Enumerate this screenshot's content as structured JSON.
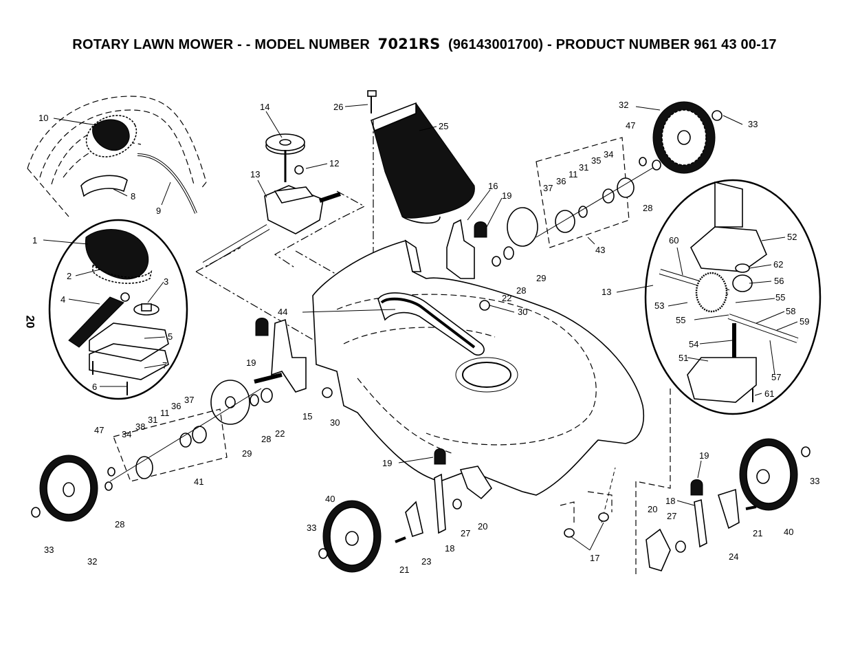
{
  "header": {
    "title_prefix": "ROTARY LAWN MOWER - - MODEL NUMBER",
    "model": "7021RS",
    "title_suffix": "(96143001700) - PRODUCT NUMBER 961 43 00-17"
  },
  "page_number": "20",
  "callouts": {
    "c1": "1",
    "c2": "2",
    "c3": "3",
    "c4": "4",
    "c5": "5",
    "c6": "6",
    "c7": "7",
    "c8": "8",
    "c9": "9",
    "c10": "10",
    "c12": "12",
    "c13a": "13",
    "c13b": "13",
    "c14": "14",
    "c15": "15",
    "c16": "16",
    "c17": "17",
    "c18a": "18",
    "c18b": "18",
    "c19a": "19",
    "c19b": "19",
    "c19c": "19",
    "c19d": "19",
    "c20a": "20",
    "c20b": "20",
    "c21a": "21",
    "c21b": "21",
    "c22a": "22",
    "c22b": "22",
    "c23": "23",
    "c24": "24",
    "c25": "25",
    "c26": "26",
    "c27a": "27",
    "c27b": "27",
    "c28a": "28",
    "c28b": "28",
    "c28c": "28",
    "c28d": "28",
    "c29a": "29",
    "c29b": "29",
    "c30a": "30",
    "c30b": "30",
    "c31a": "31",
    "c31b": "31",
    "c32a": "32",
    "c32b": "32",
    "c33a": "33",
    "c33b": "33",
    "c33c": "33",
    "c33d": "33",
    "c34a": "34",
    "c34b": "34",
    "c35": "35",
    "c36a": "36",
    "c36b": "36",
    "c37a": "37",
    "c37b": "37",
    "c38": "38",
    "c40a": "40",
    "c40b": "40",
    "c41": "41",
    "c43": "43",
    "c44": "44",
    "c47a": "47",
    "c47b": "47",
    "c11a": "11",
    "c11b": "11",
    "c51": "51",
    "c52": "52",
    "c53": "53",
    "c54": "54",
    "c55a": "55",
    "c55b": "55",
    "c56": "56",
    "c57": "57",
    "c58": "58",
    "c59": "59",
    "c60": "60",
    "c61": "61",
    "c62": "62"
  }
}
